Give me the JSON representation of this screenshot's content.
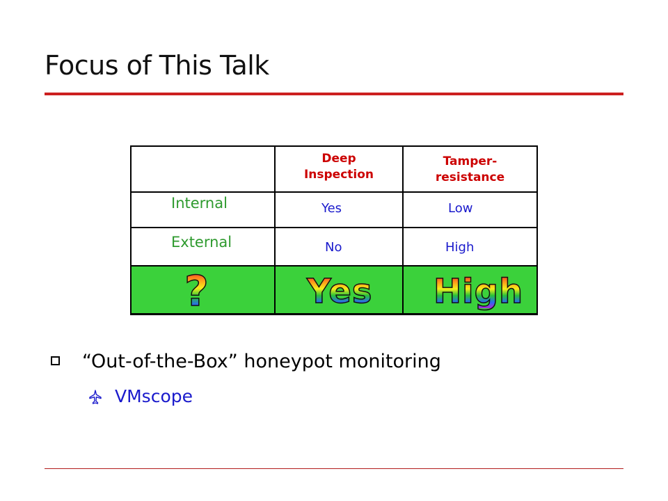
{
  "slide": {
    "title": "Focus of This Talk"
  },
  "table": {
    "headers": {
      "deep_inspection": "Deep\nInspection",
      "tamper_resistance": "Tamper-\nresistance"
    },
    "rows": [
      {
        "label": "Internal",
        "deep_inspection": "Yes",
        "tamper_resistance": "Low"
      },
      {
        "label": "External",
        "deep_inspection": "No",
        "tamper_resistance": "High"
      }
    ],
    "answer_row": {
      "label": "?",
      "deep_inspection": "Yes",
      "tamper_resistance": "High",
      "fill_color": "#3bd13b"
    }
  },
  "bullets": [
    {
      "marker": "square-bullet-icon",
      "text": "“Out-of-the-Box” honeypot monitoring",
      "children": [
        {
          "marker": "airplane-icon",
          "text": "VMscope"
        }
      ]
    }
  ],
  "colors": {
    "title_rule": "#cc1f1f",
    "header_text": "#cc0000",
    "row_label_text": "#2e9a2e",
    "cell_text": "#1a1acc",
    "sub_bullet_text": "#1a1acc"
  }
}
